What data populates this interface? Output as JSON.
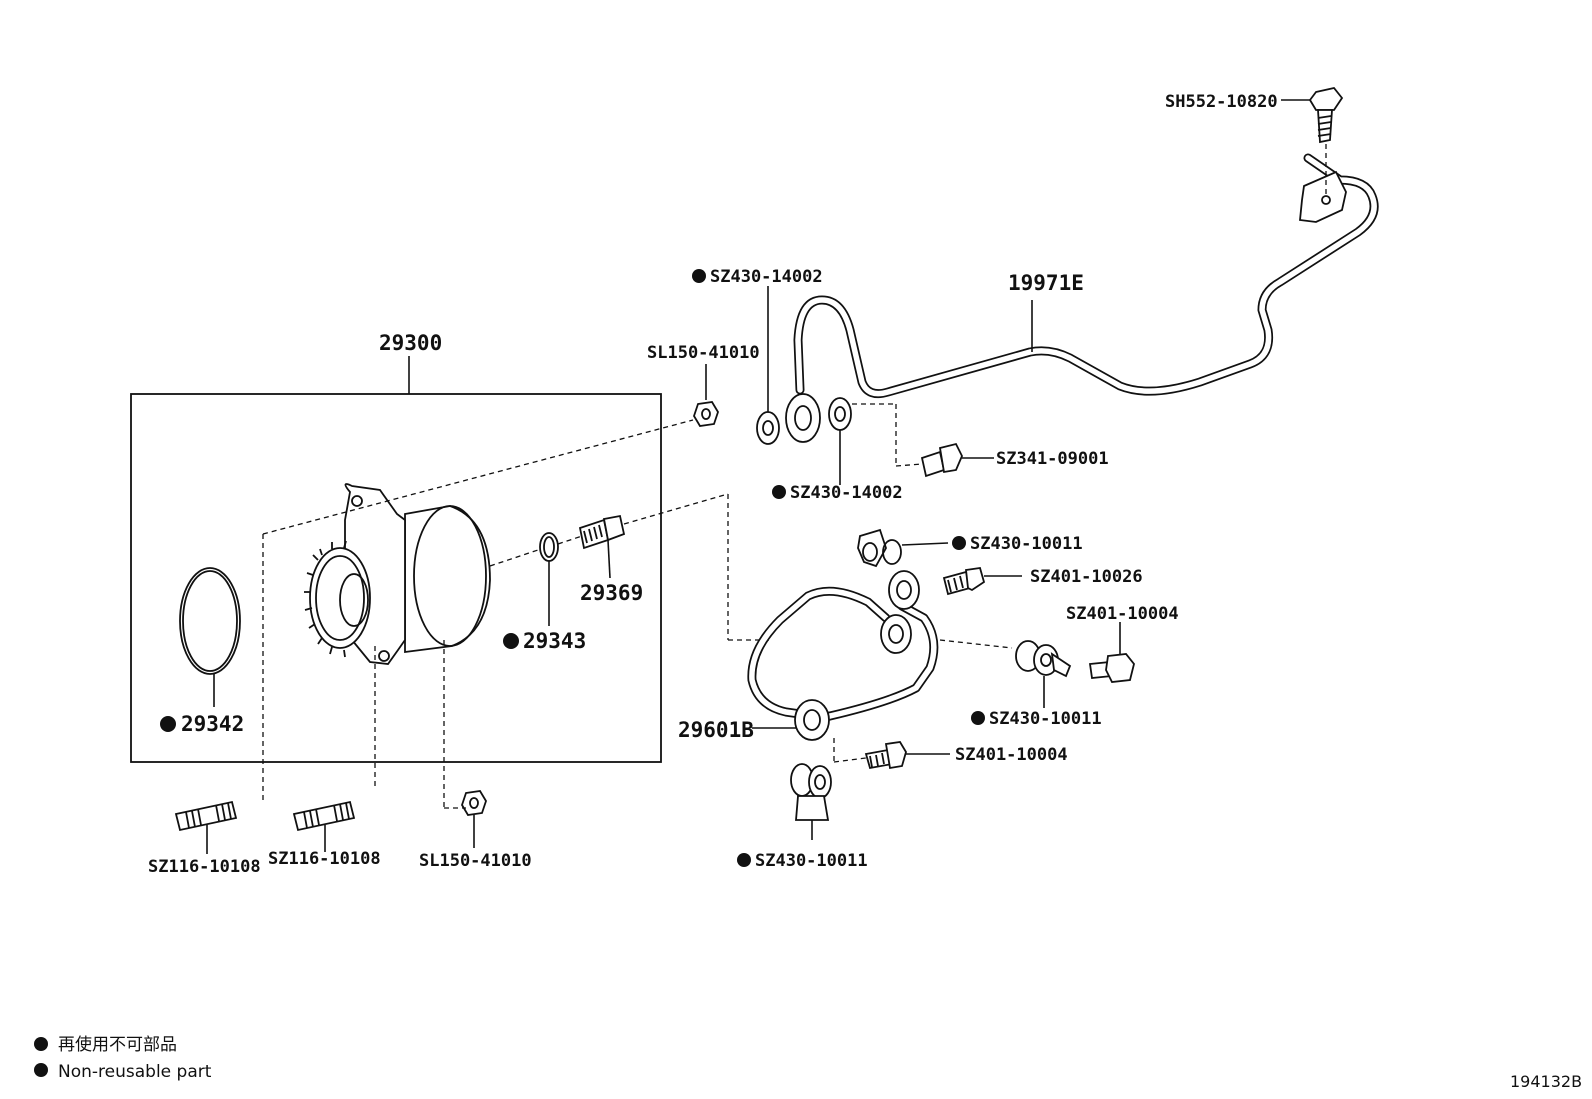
{
  "labels": {
    "sh552_10820": "SH552-10820",
    "p19971e": "19971E",
    "sz430_14002_a": "SZ430-14002",
    "sl150_41010_a": "SL150-41010",
    "sz430_14002_b": "SZ430-14002",
    "sz341_09001": "SZ341-09001",
    "p29300": "29300",
    "p29369": "29369",
    "p29343": "29343",
    "p29342": "29342",
    "sz430_10011_a": "SZ430-10011",
    "sz401_10026": "SZ401-10026",
    "sz401_10004_a": "SZ401-10004",
    "sz430_10011_b": "SZ430-10011",
    "p29601b": "29601B",
    "sz401_10004_b": "SZ401-10004",
    "sz430_10011_c": "SZ430-10011",
    "sz116_10108_a": "SZ116-10108",
    "sz116_10108_b": "SZ116-10108",
    "sl150_41010_b": "SL150-41010"
  },
  "legend": {
    "line1": "再使用不可部品",
    "line2": "Non-reusable part"
  },
  "diagram_code": "194132B",
  "colors": {
    "ink": "#111111",
    "background": "#ffffff"
  }
}
